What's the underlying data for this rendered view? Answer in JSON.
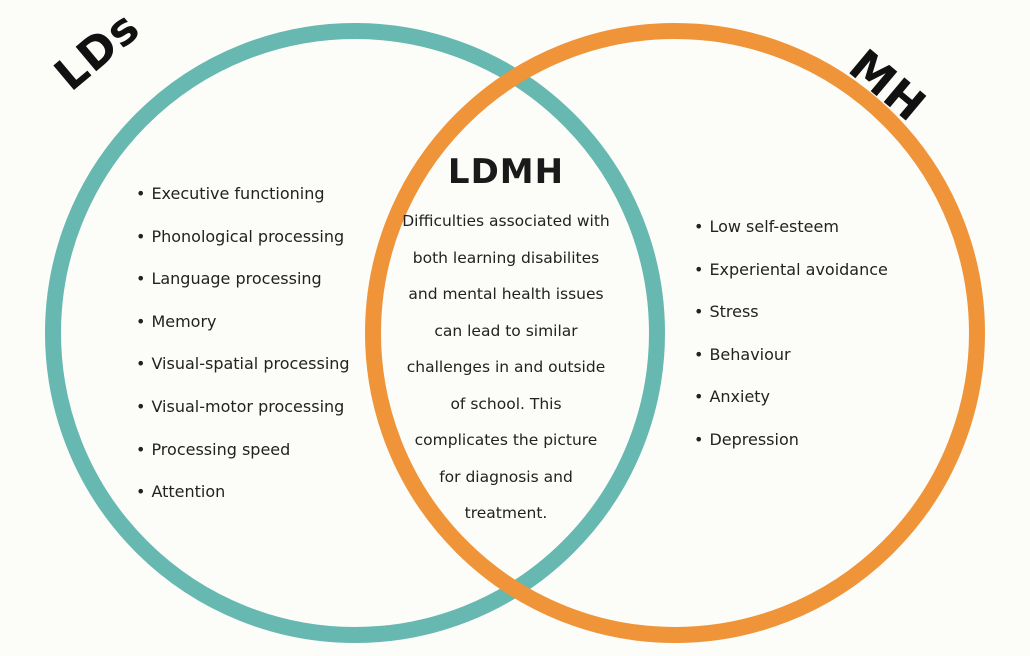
{
  "colors": {
    "background": "#fcfcf8",
    "left_circle": "#66b8b1",
    "right_circle": "#ef9438",
    "text": "#222222"
  },
  "left": {
    "label": "LDs",
    "items": [
      "Executive functioning",
      "Phonological processing",
      "Language processing",
      "Memory",
      "Visual-spatial processing",
      "Visual-motor processing",
      "Processing speed",
      "Attention"
    ]
  },
  "right": {
    "label": "MH",
    "items": [
      "Low self-esteem",
      "Experiental avoidance",
      "Stress",
      "Behaviour",
      "Anxiety",
      "Depression"
    ]
  },
  "center": {
    "title": "LDMH",
    "description": "Difficulties associated with both learning disabilites and mental health issues can lead to similar challenges in and outside of school. This complicates the picture for diagnosis and treatment."
  }
}
